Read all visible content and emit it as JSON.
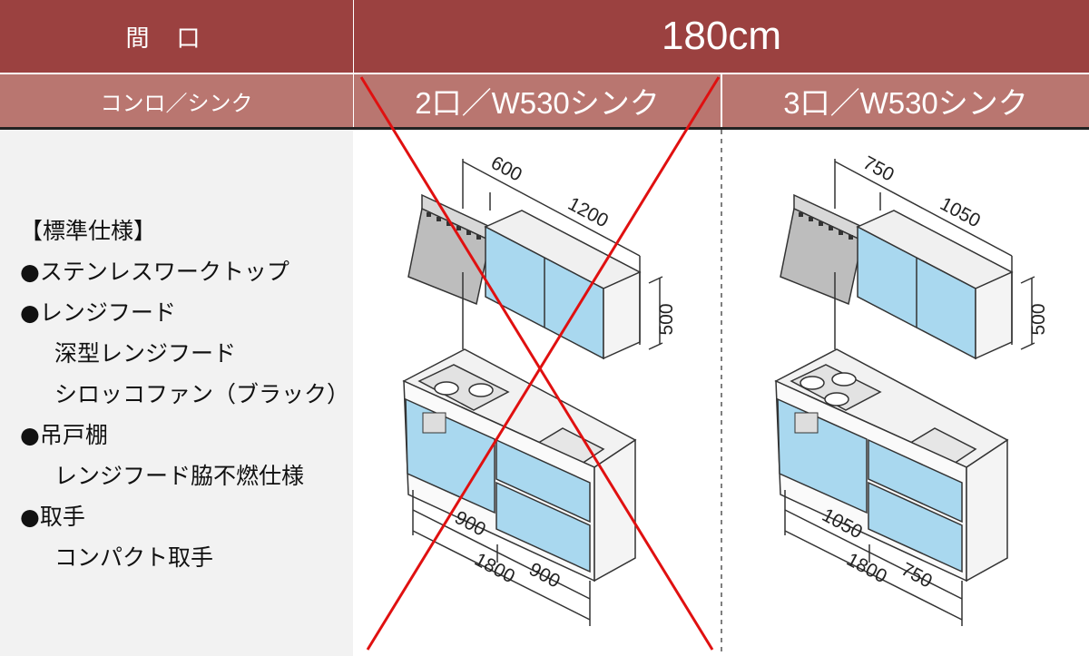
{
  "header": {
    "label": "間口",
    "width_value": "180cm"
  },
  "subheader": {
    "label": "コンロ／シンク",
    "option_a": "2口／W530シンク",
    "option_b": "3口／W530シンク"
  },
  "spec": {
    "title": "【標準仕様】",
    "items": [
      {
        "label": "●ステンレスワークトップ"
      },
      {
        "label": "●レンジフード",
        "details": [
          "深型レンジフード",
          "シロッコファン（ブラック）"
        ]
      },
      {
        "label": "●吊戸棚",
        "details": [
          "レンジフード脇不燃仕様"
        ]
      },
      {
        "label": "●取手",
        "details": [
          "コンパクト取手"
        ]
      }
    ]
  },
  "kitchens": [
    {
      "hood": "600",
      "wall_cabinet": "1200",
      "height": "500",
      "left_base": "900",
      "right_base": "900",
      "total": "1800",
      "burners": 2,
      "crossed_out": true
    },
    {
      "hood": "750",
      "wall_cabinet": "1050",
      "height": "500",
      "left_base": "1050",
      "right_base": "750",
      "total": "1800",
      "burners": 3,
      "crossed_out": false
    }
  ],
  "colors": {
    "header": "#9b4140",
    "subheader": "#b97670",
    "panel_blue": "#a9d8ef",
    "cross": "#e01010"
  }
}
